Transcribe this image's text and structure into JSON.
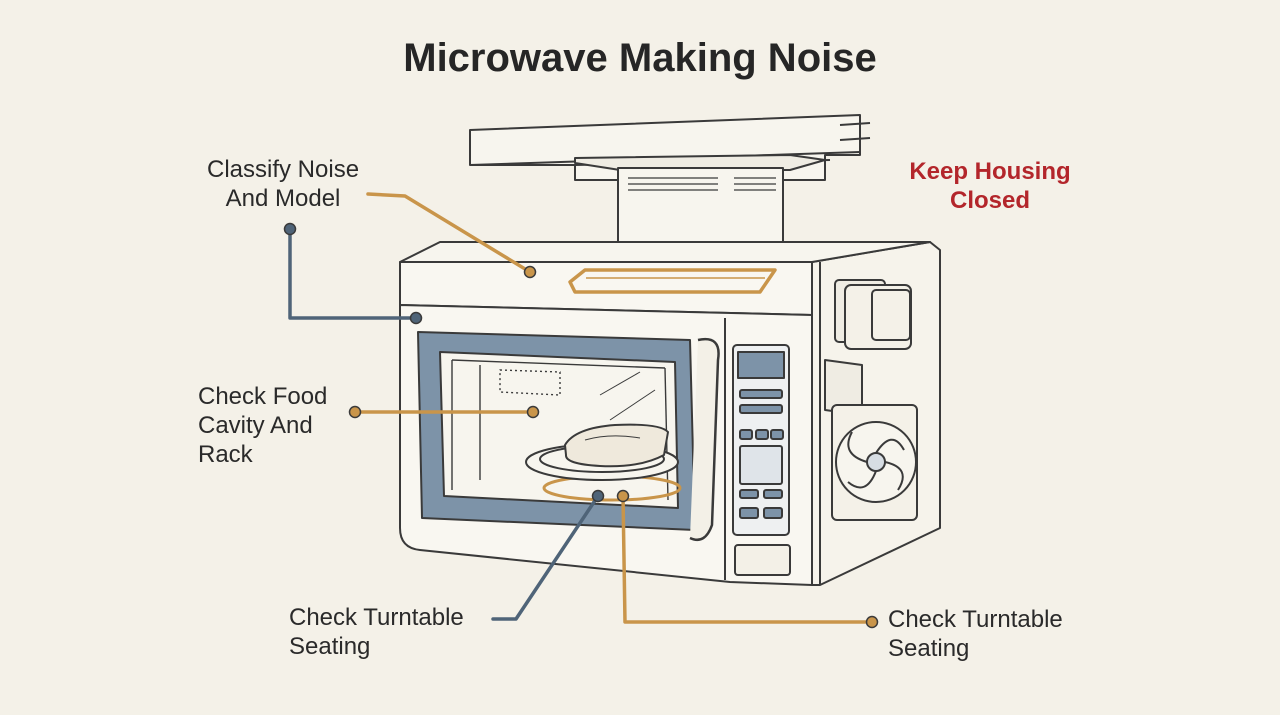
{
  "title": "Microwave Making Noise",
  "labels": {
    "classify": "Classify Noise\nAnd Model",
    "warning": "Keep Housing\nClosed",
    "food": "Check Food\nCavity And\nRack",
    "turntable_left": "Check Turntable\nSeating",
    "turntable_right": "Check Turntable\nSeating"
  },
  "colors": {
    "background": "#f4f1e8",
    "outline": "#3a3a3a",
    "leader_gold": "#c9954a",
    "leader_slate": "#4f6478",
    "door_frame": "#627b93",
    "warning_text": "#b3262b"
  }
}
